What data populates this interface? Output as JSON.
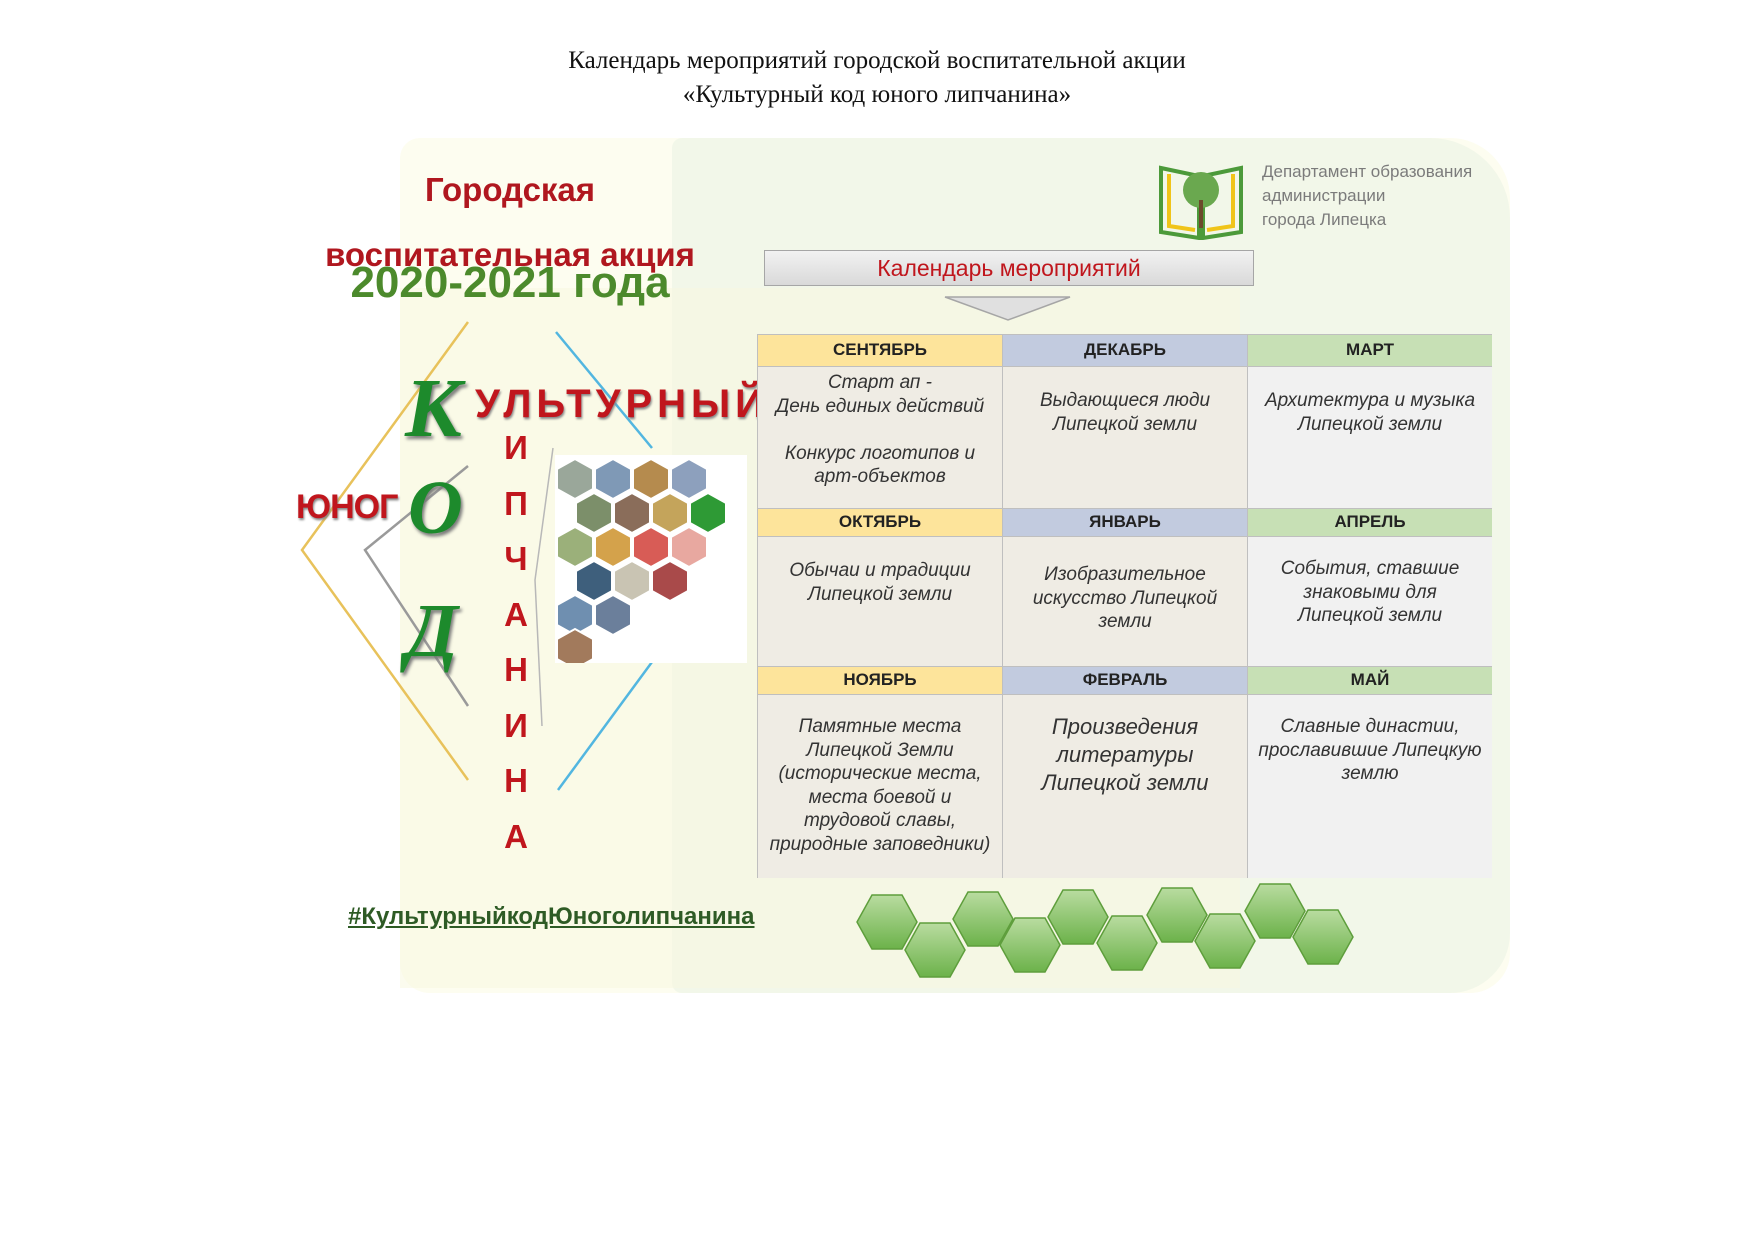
{
  "document": {
    "title_line1": "Календарь мероприятий городской воспитательной акции",
    "title_line2": "«Культурный код юного липчанина»"
  },
  "promo": {
    "line1": "Городская",
    "line2": "воспитательная акция",
    "years": "2020-2021 года",
    "letter_k": "К",
    "word_kult": "УЛЬТУРНЫЙ",
    "letter_o": "О",
    "letter_d": "Д",
    "word_yunogo": "ЮНОГ",
    "vertical_letters": [
      "И",
      "П",
      "Ч",
      "А",
      "Н",
      "И",
      "Н",
      "А"
    ],
    "hashtag": "#КультурныйкодЮноголипчанина"
  },
  "department": {
    "line1": "Департамент образования",
    "line2": "администрации",
    "line3": "города Липецка"
  },
  "calendar": {
    "banner": "Календарь мероприятий",
    "rows": [
      [
        {
          "month": "СЕНТЯБРЬ",
          "text": "Старт ап -\nДень единых действий\n\nКонкурс логотипов и арт-объектов"
        },
        {
          "month": "ДЕКАБРЬ",
          "text": "Выдающиеся люди Липецкой земли"
        },
        {
          "month": "МАРТ",
          "text": "Архитектура  и музыка  Липецкой земли"
        }
      ],
      [
        {
          "month": "ОКТЯБРЬ",
          "text": "Обычаи и традиции Липецкой земли"
        },
        {
          "month": "ЯНВАРЬ",
          "text": "Изобразительное искусство Липецкой земли"
        },
        {
          "month": "АПРЕЛЬ",
          "text": "События, ставшие знаковыми для Липецкой земли"
        }
      ],
      [
        {
          "month": "НОЯБРЬ",
          "text": "Памятные места Липецкой Земли (исторические места, места боевой и трудовой славы, природные заповедники)"
        },
        {
          "month": "ФЕВРАЛЬ",
          "text": "Произведения литературы Липецкой земли"
        },
        {
          "month": "МАЙ",
          "text": "Славные династии, прославившие Липецкую землю"
        }
      ]
    ]
  },
  "colors": {
    "accent_red": "#c0161d",
    "accent_green": "#4c8a2c",
    "header_yellow": "#fde49b",
    "header_blue": "#c2cbdf",
    "header_green": "#c7e0b5"
  },
  "icons": [
    "department-logo-icon",
    "tree-icon",
    "down-arrow-icon",
    "hexagon-decoration-icon"
  ]
}
